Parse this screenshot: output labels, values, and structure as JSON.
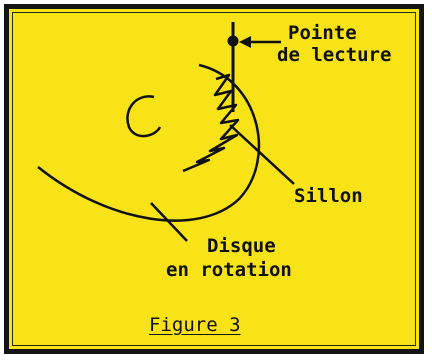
{
  "diagram": {
    "labels": {
      "stylus": [
        "Pointe",
        "de lecture"
      ],
      "groove": "Sillon",
      "disc": [
        "Disque",
        "en rotation"
      ],
      "figure": "Figure 3"
    },
    "colors": {
      "background": "#f7e318",
      "ink": "#111111",
      "frame": "#141414"
    }
  }
}
